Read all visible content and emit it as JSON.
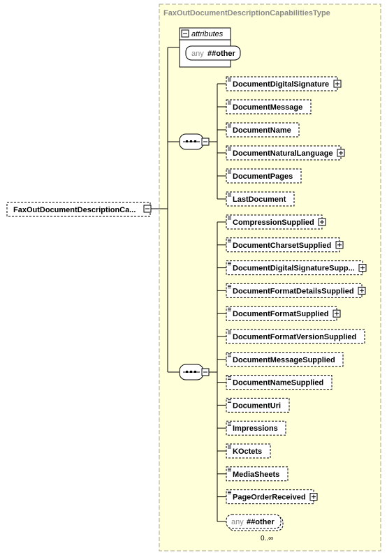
{
  "type_name": "FaxOutDocumentDescriptionCapabilitiesType",
  "root_element": "FaxOutDocumentDescriptionCa...",
  "attributes_label": "attributes",
  "any_attribute": {
    "any": "any",
    "namespace": "##other"
  },
  "sequence_1": [
    {
      "label": "DocumentDigitalSignature",
      "expandable": true
    },
    {
      "label": "DocumentMessage",
      "expandable": false
    },
    {
      "label": "DocumentName",
      "expandable": false
    },
    {
      "label": "DocumentNaturalLanguage",
      "expandable": true
    },
    {
      "label": "DocumentPages",
      "expandable": false
    },
    {
      "label": "LastDocument",
      "expandable": false
    }
  ],
  "sequence_2": [
    {
      "label": "CompressionSupplied",
      "expandable": true
    },
    {
      "label": "DocumentCharsetSupplied",
      "expandable": true
    },
    {
      "label": "DocumentDigitalSignatureSupp...",
      "expandable": true
    },
    {
      "label": "DocumentFormatDetailsSupplied",
      "expandable": true
    },
    {
      "label": "DocumentFormatSupplied",
      "expandable": true
    },
    {
      "label": "DocumentFormatVersionSupplied",
      "expandable": false
    },
    {
      "label": "DocumentMessageSupplied",
      "expandable": false
    },
    {
      "label": "DocumentNameSupplied",
      "expandable": false
    },
    {
      "label": "DocumentUri",
      "expandable": false
    },
    {
      "label": "Impressions",
      "expandable": false
    },
    {
      "label": "KOctets",
      "expandable": false
    },
    {
      "label": "MediaSheets",
      "expandable": false
    },
    {
      "label": "PageOrderReceived",
      "expandable": true
    }
  ],
  "any_element": {
    "any": "any",
    "namespace": "##other",
    "cardinality": "0..∞"
  },
  "colors": {
    "panel": "#ffffd9",
    "panel_border": "#b0b090",
    "box_fill": "#ffffff",
    "dash": "#333333"
  }
}
